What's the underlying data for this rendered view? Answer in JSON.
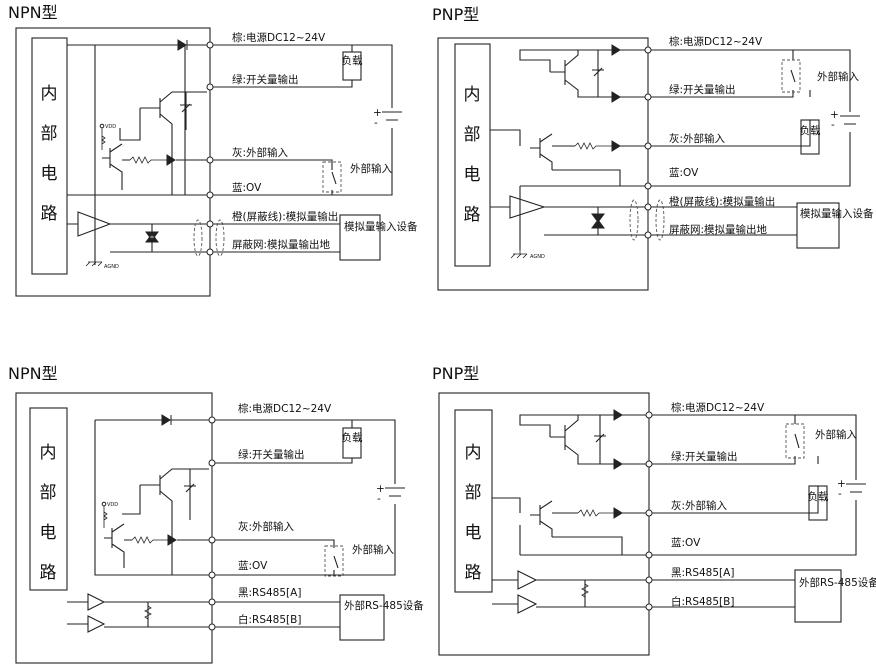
{
  "panels": [
    {
      "title": "NPN型",
      "internal_chars": [
        "内",
        "部",
        "电",
        "路"
      ],
      "wires": [
        {
          "label": "棕:电源DC12~24V"
        },
        {
          "label": "绿:开关量输出"
        },
        {
          "label": "灰:外部输入"
        },
        {
          "label": "蓝:OV"
        },
        {
          "label": "橙(屏蔽线):模拟量输出"
        },
        {
          "label": "屏蔽网:模拟量输出地"
        }
      ],
      "boxes": {
        "load": "负载",
        "ext_input": "外部输入",
        "device": "模拟量输入设备"
      },
      "small": {
        "vdd": "VDD",
        "agnd": "AGND"
      }
    },
    {
      "title": "PNP型",
      "internal_chars": [
        "内",
        "部",
        "电",
        "路"
      ],
      "wires": [
        {
          "label": "棕:电源DC12~24V"
        },
        {
          "label": "绿:开关量输出"
        },
        {
          "label": "灰:外部输入"
        },
        {
          "label": "蓝:OV"
        },
        {
          "label": "橙(屏蔽线):模拟量输出"
        },
        {
          "label": "屏蔽网:模拟量输出地"
        }
      ],
      "boxes": {
        "load": "负载",
        "ext_input": "外部输入",
        "device": "模拟量输入设备"
      },
      "small": {
        "agnd": "AGND"
      }
    },
    {
      "title": "NPN型",
      "internal_chars": [
        "内",
        "部",
        "电",
        "路"
      ],
      "wires": [
        {
          "label": "棕:电源DC12~24V"
        },
        {
          "label": "绿:开关量输出"
        },
        {
          "label": "灰:外部输入"
        },
        {
          "label": "蓝:OV"
        },
        {
          "label": "黑:RS485[A]"
        },
        {
          "label": "白:RS485[B]"
        }
      ],
      "boxes": {
        "load": "负载",
        "ext_input": "外部输入",
        "device": "外部RS-485设备"
      },
      "small": {
        "vdd": "VDD"
      }
    },
    {
      "title": "PNP型",
      "internal_chars": [
        "内",
        "部",
        "电",
        "路"
      ],
      "wires": [
        {
          "label": "棕:电源DC12~24V"
        },
        {
          "label": "绿:开关量输出"
        },
        {
          "label": "灰:外部输入"
        },
        {
          "label": "蓝:OV"
        },
        {
          "label": "黑:RS485[A]"
        },
        {
          "label": "白:RS485[B]"
        }
      ],
      "boxes": {
        "load": "负载",
        "ext_input": "外部输入",
        "device": "外部RS-485设备"
      },
      "small": {}
    }
  ]
}
